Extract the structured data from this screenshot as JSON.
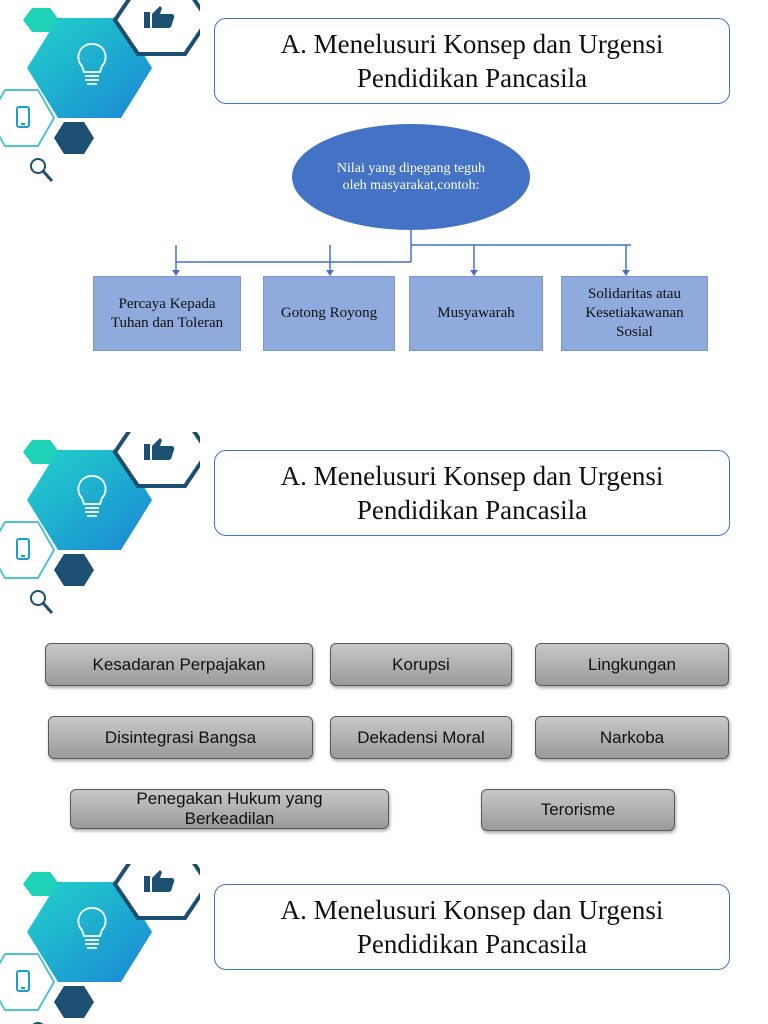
{
  "slides": [
    {
      "title_line1": "A. Menelusuri Konsep dan Urgensi",
      "title_line2": "Pendidikan Pancasila",
      "diagram": {
        "root": "Nilai yang dipegang teguh oleh masyarakat,contoh:",
        "children": [
          "Percaya Kepada Tuhan dan Toleran",
          "Gotong Royong",
          "Musyawarah",
          "Solidaritas atau Kesetiakawanan Sosial"
        ]
      }
    },
    {
      "title_line1": "A. Menelusuri Konsep dan Urgensi",
      "title_line2": "Pendidikan Pancasila",
      "topics": [
        "Kesadaran Perpajakan",
        "Korupsi",
        "Lingkungan",
        "Disintegrasi Bangsa",
        "Dekadensi Moral",
        "Narkoba",
        "Penegakan Hukum yang Berkeadilan",
        "Terorisme"
      ]
    },
    {
      "title_line1": "A. Menelusuri Konsep dan Urgensi",
      "title_line2": "Pendidikan Pancasila"
    }
  ],
  "icons": [
    "thumbs-up-icon",
    "lightbulb-icon",
    "smartphone-icon",
    "magnifier-icon"
  ],
  "colors": {
    "teal": "#1fd1b6",
    "cyan_gradient_start": "#1fc6d0",
    "cyan_gradient_end": "#1a8fd9",
    "navy": "#1d4f73",
    "title_border": "#4472c4",
    "oval": "#4472c4",
    "box": "#8faadc",
    "pill_top": "#c8c8c8",
    "pill_bottom": "#9a9a9a"
  }
}
